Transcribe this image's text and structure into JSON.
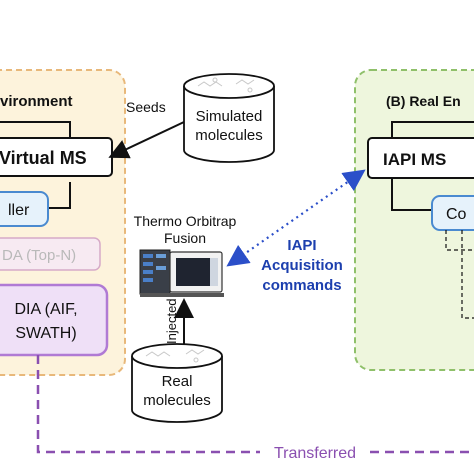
{
  "colors": {
    "left_env_fill": "#fdf3dc",
    "left_env_border": "#e8b87a",
    "right_env_fill": "#eef6dd",
    "right_env_border": "#8fc06a",
    "dia_fill": "#efe0f7",
    "dia_border": "#b07ad4",
    "dda_fill": "#f7eaf2",
    "dda_border": "#d6aac8",
    "controller_fill": "#e6f2fb",
    "controller_border": "#4a8ad0",
    "blue_text": "#1c3fae",
    "purple_dashed": "#8a4fb0",
    "blue_dotted": "#2b4fc9"
  },
  "left_environment": {
    "title": "vironment",
    "virtual_ms": "Virtual MS",
    "controller_partial": "ller",
    "dda_partial": "DA (Top-N)",
    "dia_line1": "DIA (AIF,",
    "dia_line2": "SWATH)"
  },
  "right_environment": {
    "title": "(B) Real En",
    "iapi_ms": "IAPI MS",
    "controller_partial": "Co"
  },
  "center": {
    "seeds": "Seeds",
    "simulated_line1": "Simulated",
    "simulated_line2": "molecules",
    "instrument_line1": "Thermo Orbitrap",
    "instrument_line2": "Fusion",
    "injected": "Injected",
    "real_line1": "Real",
    "real_line2": "molecules",
    "iapi_line1": "IAPI",
    "iapi_line2": "Acquisition",
    "iapi_line3": "commands",
    "transferred": "Transferred"
  },
  "icons": [
    "database-icon",
    "mass-spectrometer-icon",
    "arrow-icon"
  ]
}
